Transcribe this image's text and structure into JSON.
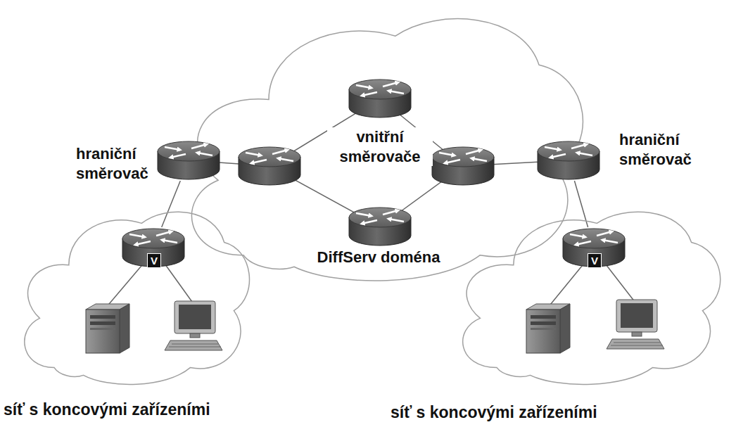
{
  "diagram": {
    "nodes": [
      {
        "text": [
          "DiffServ doména"
        ]
      },
      {
        "text": [
          "hraniční směrovač"
        ]
      },
      {
        "text": [
          "hraniční směrovač"
        ]
      },
      {
        "text": [
          "síť s koncovými zařízeními"
        ]
      },
      {
        "text": [
          "V"
        ],
        "in": 3
      },
      {
        "text": [
          "síť s koncovými zařízeními"
        ]
      },
      {
        "text": [
          "V"
        ],
        "in": 5
      }
    ],
    "edges": [
      {
        "from": 1,
        "to": 4,
        "arrow": "none"
      },
      {
        "from": 2,
        "to": 6,
        "arrow": "none"
      }
    ],
    "labels": [
      "vnitřní směrovače"
    ]
  }
}
